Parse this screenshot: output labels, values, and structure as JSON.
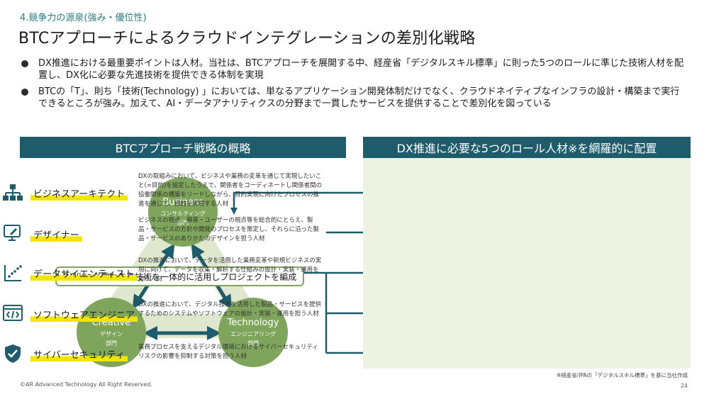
{
  "header": {
    "section_label": "4.競争力の源泉(強み・優位性)",
    "title": "BTCアプローチによるクラウドインテグレーションの差別化戦略"
  },
  "bullets": [
    "DX推進における最重要ポイントは人材。当社は、BTCアプローチを展開する中、経産省「デジタルスキル標準」に則った5つのロールに準じた技術人材を配置し、DX化に必要な先進技術を提供できる体制を実現",
    "BTCの「T」、則ち「技術(Technology) 」においては、単なるアプリケーション開発体制だけでなく、クラウドネイティブなインフラの設計・構築まで実行できるところが強み。加えて、AI・データアナリティクスの分野まで一貫したサービスを提供することで差別化を図っている"
  ],
  "left_panel": {
    "heading": "BTCアプローチ戦略の概略",
    "center_label": "DX化に必要な先進技術を一体的に活用しプロジェクトを編成",
    "circles": {
      "business": {
        "title": "Business",
        "sub1": "コンサルティング",
        "sub2": "部門"
      },
      "creative": {
        "title": "Creative",
        "sub1": "デザイン",
        "sub2": "部門"
      },
      "technology": {
        "title": "Technology",
        "sub1": "エンジニアリング",
        "sub2": "部門"
      }
    }
  },
  "right_panel": {
    "heading": "DX推進に必要な5つのロール人材※を網羅的に配置",
    "roles": [
      {
        "name": "ビジネスアーキテクト",
        "icon": "org-chart-icon",
        "desc": "DXの取組みにおいて、ビジネスや業務の変革を通じて実現したいこと(=目的)を設定したうえで、関係者をコーディネートし関係者間の協働関係の構築をリードしながら、目的実現に向けたプロセスの推進を通じて、目的を実現する人材"
      },
      {
        "name": "デザイナー",
        "icon": "design-monitor-icon",
        "desc": "ビジネスの視点、顧客・ユーザーの視点等を総合的にとらえ、製品・サービスの方針や開発のプロセスを策定し、それらに沿った製品・サービスのありかたのデザインを担う人材"
      },
      {
        "name": "データサイエンティスト",
        "icon": "scatter-chart-icon",
        "desc": "DXの推進において、データを活用した業務変革や新規ビジネスの実現に向けて、データを収集・解析する仕組みの設計・実装・運用を担う人材"
      },
      {
        "name": "ソフトウェアエンジニア",
        "icon": "code-window-icon",
        "desc": "DXの推進において、デジタル技術を活用した製品・サービスを提供するためのシステムやソフトウェアの設計・実装・運用を担う人材"
      },
      {
        "name": "サイバーセキュリティ",
        "icon": "shield-check-icon",
        "desc": "業務プロセスを支えるデジタル環境におけるサイバーセキュリティリスクの影響を抑制する対策を担う人材"
      }
    ]
  },
  "footer": {
    "copyright": "©AR Advanced Technology All Right Reserved.",
    "note": "※経産省/IPAの「デジタルスキル標準」を基に当社作成",
    "page": "24"
  },
  "colors": {
    "teal": "#1e5c6c",
    "green": "#7fa55c",
    "pale_green": "#eef2e2",
    "highlight": "#f2e600"
  }
}
